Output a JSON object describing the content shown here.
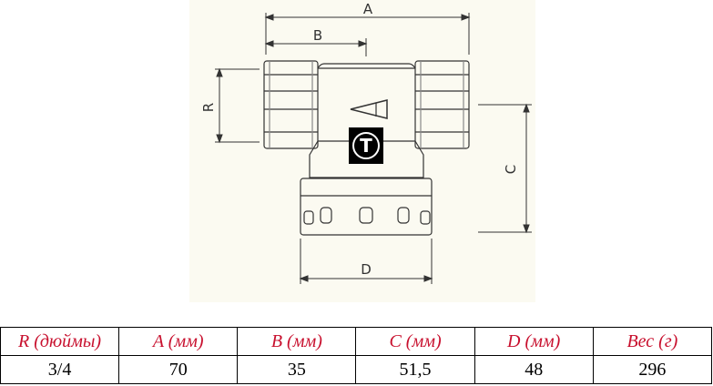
{
  "drawing": {
    "dimension_labels": {
      "A": "A",
      "B": "B",
      "C": "C",
      "D": "D",
      "R": "R"
    },
    "logo_letter": "T"
  },
  "table": {
    "headers": [
      "R (дюймы)",
      "A (мм)",
      "B (мм)",
      "C (мм)",
      "D (мм)",
      "Вес (г)"
    ],
    "values": [
      "3/4",
      "70",
      "35",
      "51,5",
      "48",
      "296"
    ]
  }
}
